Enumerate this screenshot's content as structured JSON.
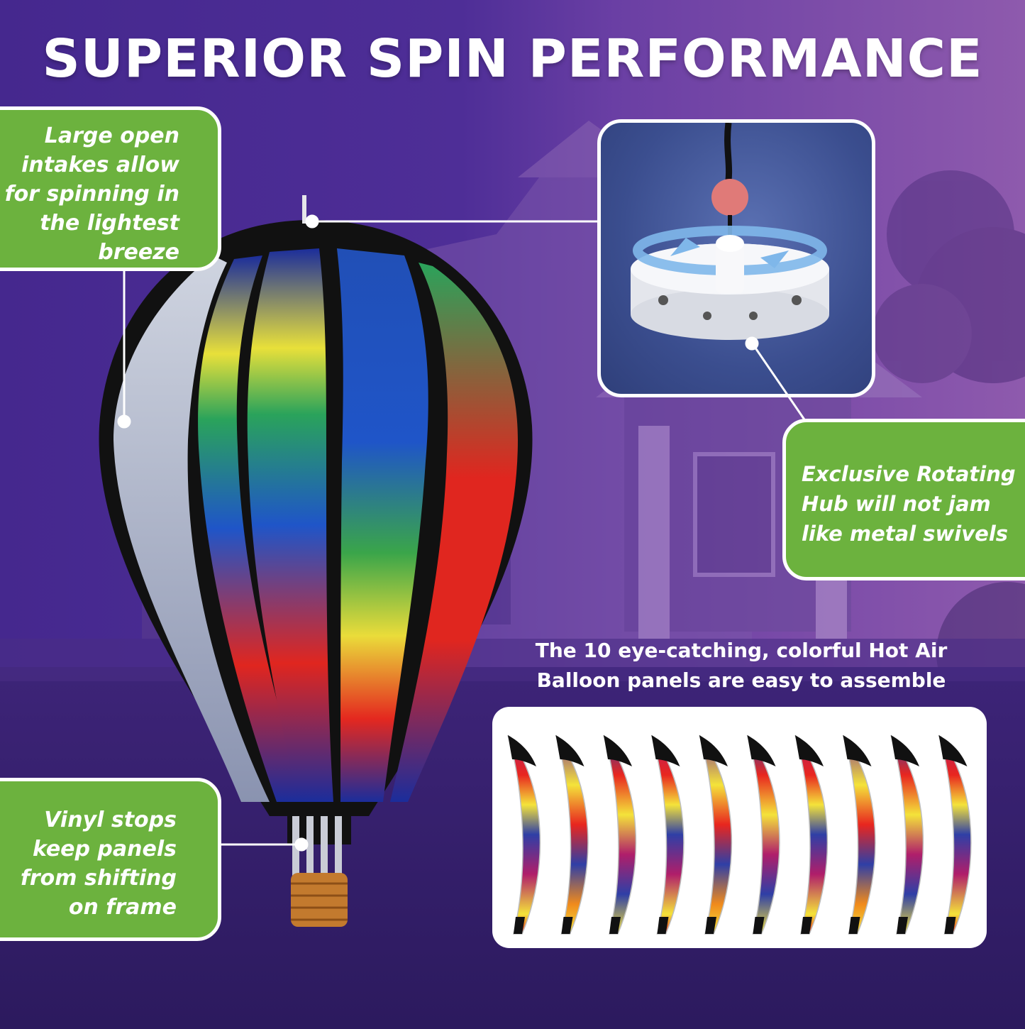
{
  "title": "SUPERIOR SPIN PERFORMANCE",
  "callouts": {
    "intakes": [
      "Large open",
      "intakes allow",
      "for spinning in",
      "the lightest",
      "breeze"
    ],
    "hub": [
      "Exclusive Rotating",
      "Hub will not jam",
      "like metal swivels"
    ],
    "vinyl": [
      "Vinyl stops",
      "keep panels",
      "from shifting",
      "on frame"
    ]
  },
  "panels_caption": [
    "The 10 eye-catching, colorful Hot Air",
    "Balloon panels are easy to assemble"
  ],
  "colors": {
    "background": "#4b2c93",
    "callout_green": "#6cb23e",
    "text": "#ffffff"
  },
  "icons": {
    "balloon": "rainbow-hot-air-balloon-icon",
    "hub": "rotating-hub-icon",
    "panel": "balloon-panel-icon"
  }
}
